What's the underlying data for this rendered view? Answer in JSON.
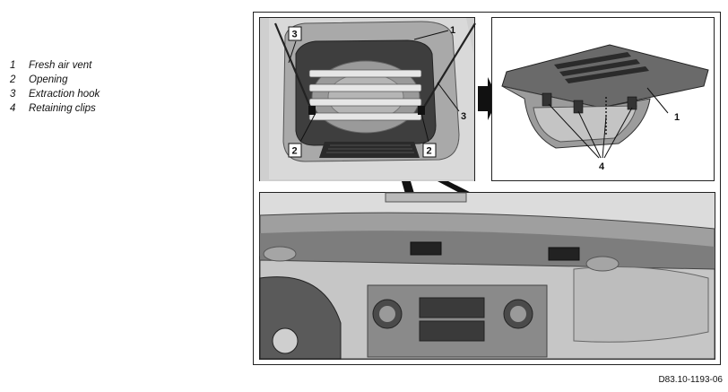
{
  "legend": {
    "items": [
      {
        "num": "1",
        "label": "Fresh air vent"
      },
      {
        "num": "2",
        "label": "Opening"
      },
      {
        "num": "3",
        "label": "Extraction hook"
      },
      {
        "num": "4",
        "label": "Retaining clips"
      }
    ]
  },
  "callouts": {
    "c1": "1",
    "c2a": "2",
    "c2b": "2",
    "c3a": "3",
    "c3b": "3",
    "c1r": "1",
    "c4": "4"
  },
  "figure_code": "D83.10-1193-06"
}
